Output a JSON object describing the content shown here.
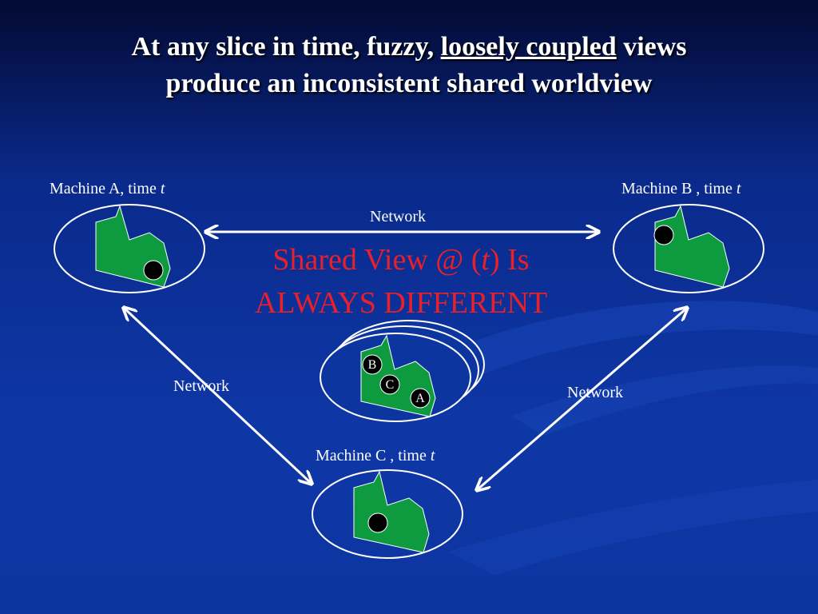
{
  "slide": {
    "title_line1_pre": "At any slice in time, fuzzy, ",
    "title_line1_emph": "loosely coupled",
    "title_line1_post": " views",
    "title_line2": "produce an inconsistent shared worldview"
  },
  "machines": {
    "a": {
      "label": "Machine A, time ",
      "time_var": "t"
    },
    "b": {
      "label": "Machine B , time ",
      "time_var": "t"
    },
    "c": {
      "label": "Machine C , time ",
      "time_var": "t"
    }
  },
  "network_labels": {
    "top": "Network",
    "left": "Network",
    "right": "Network"
  },
  "callout": {
    "line1_pre": "Shared View @ (",
    "line1_var": "t",
    "line1_post": ") Is",
    "line2": "ALWAYS DIFFERENT"
  },
  "shared_view_markers": {
    "b": "B",
    "c": "C",
    "a": "A"
  },
  "colors": {
    "background": "#0d35a0",
    "region_fill": "#0e9a3e",
    "callout_text": "#e8202a",
    "arrows": "#ffffff"
  }
}
